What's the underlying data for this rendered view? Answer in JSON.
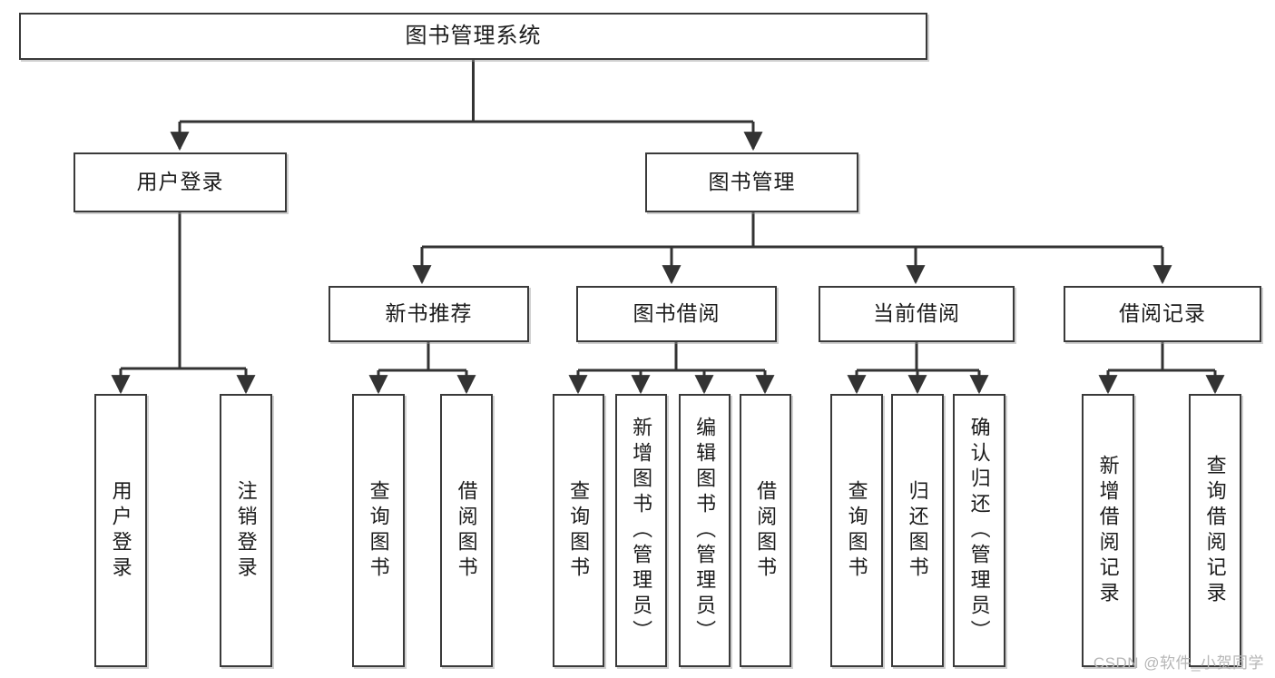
{
  "diagram": {
    "title": "图书管理系统",
    "type": "tree-hierarchy",
    "watermark": "CSDN @软件_小贺同学",
    "colors": {
      "node_border": "#3a3a3a",
      "node_fill": "#ffffff",
      "edge": "#333333",
      "text": "#1b1b1b",
      "watermark": "#b6b6b6"
    },
    "nodes": {
      "root": {
        "label": "图书管理系统"
      },
      "level2": [
        {
          "id": "user-login",
          "label": "用户登录"
        },
        {
          "id": "book-manage",
          "label": "图书管理"
        }
      ],
      "level3": [
        {
          "id": "new-book-rec",
          "label": "新书推荐"
        },
        {
          "id": "book-borrow",
          "label": "图书借阅"
        },
        {
          "id": "current-borrow",
          "label": "当前借阅"
        },
        {
          "id": "borrow-record",
          "label": "借阅记录"
        }
      ],
      "leaves": {
        "user-login": [
          {
            "id": "leaf-user-login",
            "label": "用户登录"
          },
          {
            "id": "leaf-logout-login",
            "label": "注销登录"
          }
        ],
        "new-book-rec": [
          {
            "id": "leaf-query-book-1",
            "label": "查询图书"
          },
          {
            "id": "leaf-borrow-book-1",
            "label": "借阅图书"
          }
        ],
        "book-borrow": [
          {
            "id": "leaf-query-book-2",
            "label": "查询图书"
          },
          {
            "id": "leaf-add-book",
            "label": "新增图书（管理员）"
          },
          {
            "id": "leaf-edit-book",
            "label": "编辑图书（管理员）"
          },
          {
            "id": "leaf-borrow-book-2",
            "label": "借阅图书"
          }
        ],
        "current-borrow": [
          {
            "id": "leaf-query-book-3",
            "label": "查询图书"
          },
          {
            "id": "leaf-return-book",
            "label": "归还图书"
          },
          {
            "id": "leaf-confirm-return",
            "label": "确认归还（管理员）"
          }
        ],
        "borrow-record": [
          {
            "id": "leaf-add-record",
            "label": "新增借阅记录"
          },
          {
            "id": "leaf-query-record",
            "label": "查询借阅记录"
          }
        ]
      }
    }
  }
}
